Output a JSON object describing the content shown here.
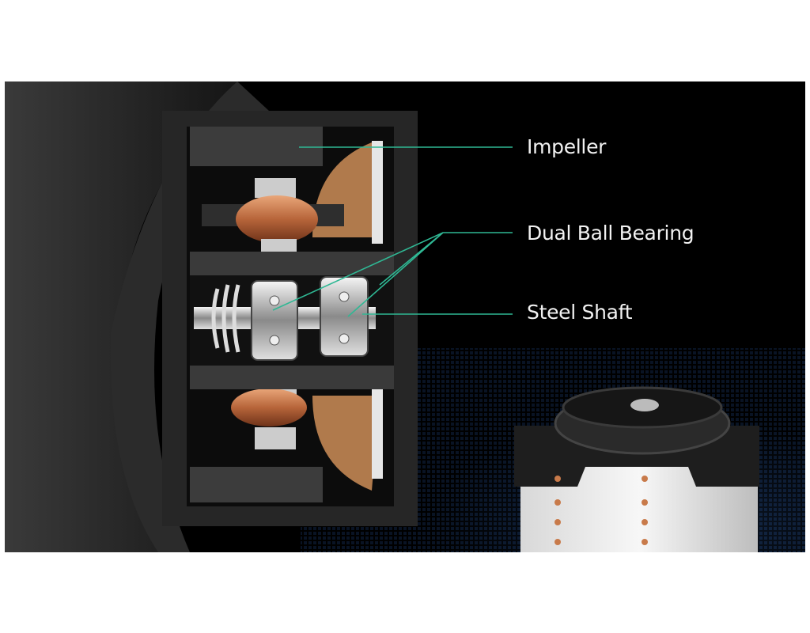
{
  "labels": {
    "impeller": "Impeller",
    "bearing": "Dual Ball Bearing",
    "shaft": "Steel Shaft"
  },
  "colors": {
    "background": "#000000",
    "leader_line": "#2fb894",
    "label_text": "#f2f2f2",
    "copper": "#c87a4a",
    "housing": "#2a2a2a"
  }
}
